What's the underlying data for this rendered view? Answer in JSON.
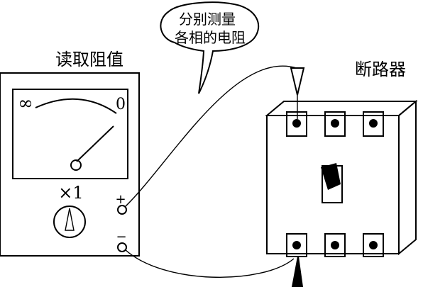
{
  "callout": {
    "line1": "分别测量",
    "line2": "各相的电阻"
  },
  "meter": {
    "title": "读取阻值",
    "scale_left": "∞",
    "scale_right": "0",
    "range_label": "×1",
    "terminal_pos": "+",
    "terminal_neg": "−"
  },
  "breaker": {
    "title": "断路器"
  }
}
